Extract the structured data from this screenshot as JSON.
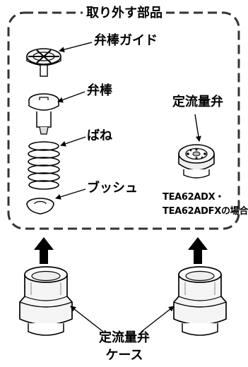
{
  "title": "取り外す部品",
  "parts": {
    "valve_guide": "弁棒ガイド",
    "valve_stem": "弁棒",
    "spring": "ばね",
    "bushing": "ブッシュ",
    "constant_flow_valve": "定流量弁"
  },
  "model_note": {
    "line1": "TEA62ADX・",
    "line2": "TEA62ADFXの場合"
  },
  "case_label": {
    "line1": "定流量弁",
    "line2": "ケース"
  }
}
